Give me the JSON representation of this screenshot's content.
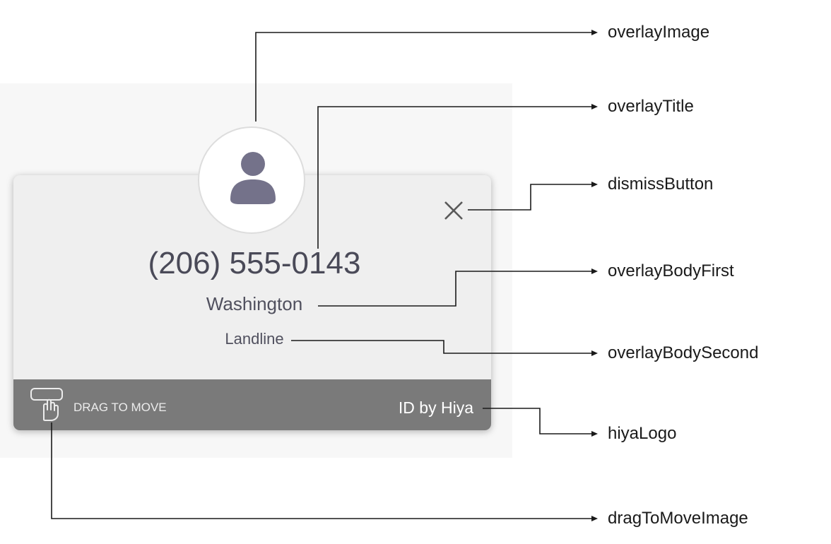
{
  "card": {
    "title": "(206) 555-0143",
    "body_first": "Washington",
    "body_second": "Landline",
    "drag_label": "DRAG TO MOVE",
    "logo_text": "ID by Hiya"
  },
  "annotations": {
    "overlay_image": "overlayImage",
    "overlay_title": "overlayTitle",
    "dismiss_button": "dismissButton",
    "overlay_body_first": "overlayBodyFirst",
    "overlay_body_second": "overlayBodySecond",
    "hiya_logo": "hiyaLogo",
    "drag_to_move_image": "dragToMoveImage"
  },
  "colors": {
    "card_bg": "#efefef",
    "footer_bg": "#7a7a7a",
    "avatar_figure": "#74728a",
    "text": "#4a4a58"
  },
  "icons": {
    "avatar": "person-silhouette-icon",
    "dismiss": "close-icon",
    "drag": "drag-hand-icon"
  }
}
